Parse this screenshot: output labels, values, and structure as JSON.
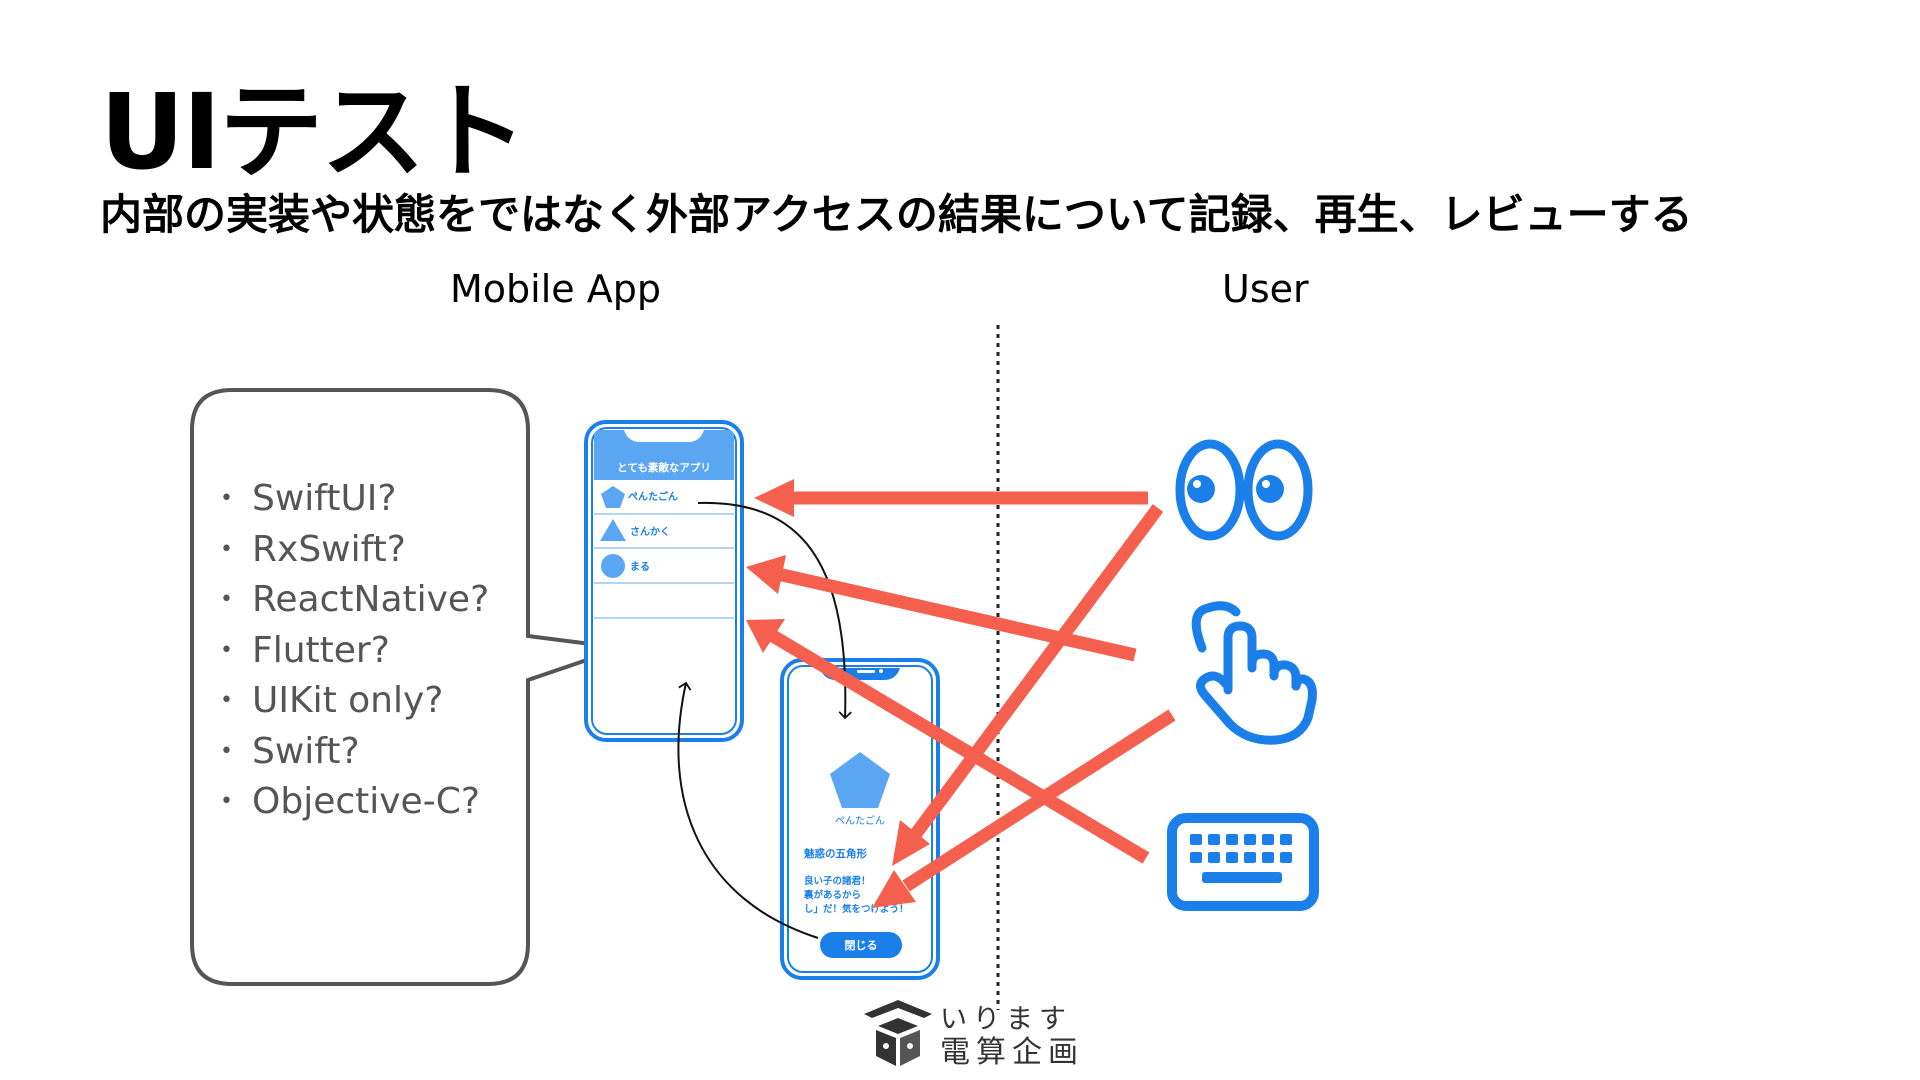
{
  "slide": {
    "title": "UIテスト",
    "subtitle": "内部の実装や状態をではなく外部アクセスの結果について記録、再生、レビューする"
  },
  "columns": {
    "app": "Mobile App",
    "user": "User"
  },
  "bubble": {
    "items": [
      "SwiftUI?",
      "RxSwift?",
      "ReactNative?",
      "Flutter?",
      "UIKit only?",
      "Swift?",
      "Objective-C?"
    ]
  },
  "phone_list": {
    "header": "とても素敵なアプリ",
    "rows": [
      "ぺんたごん",
      "さんかく",
      "まる"
    ]
  },
  "phone_detail": {
    "shape_label": "ぺんたごん",
    "heading": "魅惑の五角形",
    "body_lines": [
      "良い子の諸君！",
      "裏があるから",
      "し」だ！気をつけよう！"
    ],
    "close_button": "閉じる"
  },
  "logo": {
    "line1": "いります",
    "line2": "電算企画"
  },
  "colors": {
    "phone_blue": "#1a7fe8",
    "light_blue": "#5aa6f2",
    "arrow_red": "#f45f4e",
    "bubble_border": "#555555"
  },
  "icons": [
    "eyes-icon",
    "hand-pointer-icon",
    "keyboard-icon"
  ]
}
